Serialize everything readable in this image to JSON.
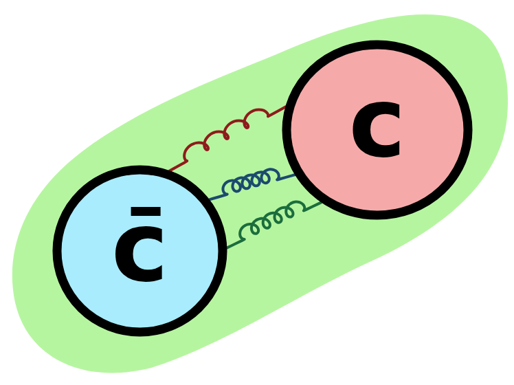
{
  "diagram": {
    "nodes": [
      {
        "text": [
          "c"
        ]
      },
      {
        "text": [
          "c̄"
        ]
      }
    ],
    "edges": [
      {
        "from": 0,
        "to": 1,
        "arrow": "none"
      },
      {
        "from": 0,
        "to": 1,
        "arrow": "none"
      },
      {
        "from": 0,
        "to": 1,
        "arrow": "none"
      }
    ]
  }
}
